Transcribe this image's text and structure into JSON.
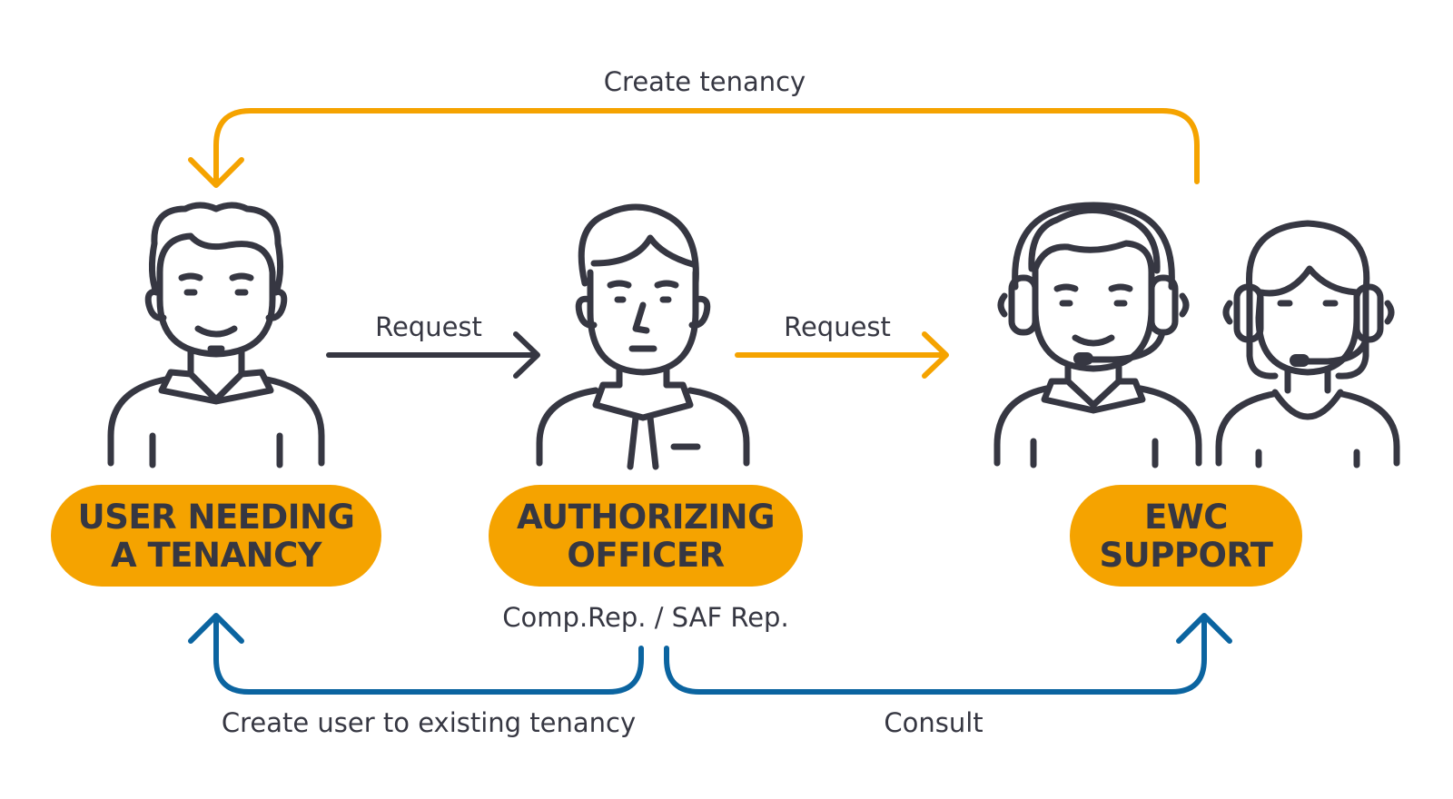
{
  "colors": {
    "orange": "#F5A300",
    "blue": "#0B64A0",
    "ink": "#363742",
    "pill": "#F5A300"
  },
  "actors": {
    "user": {
      "line1": "USER NEEDING",
      "line2": "A TENANCY"
    },
    "officer": {
      "line1": "AUTHORIZING",
      "line2": "OFFICER",
      "caption": "Comp.Rep. / SAF Rep."
    },
    "support": {
      "line1": "EWC",
      "line2": "SUPPORT"
    }
  },
  "flows": {
    "create_tenancy": "Create tenancy",
    "request_user_to_officer": "Request",
    "request_officer_to_support": "Request",
    "create_user": "Create user to existing tenancy",
    "consult": "Consult"
  }
}
